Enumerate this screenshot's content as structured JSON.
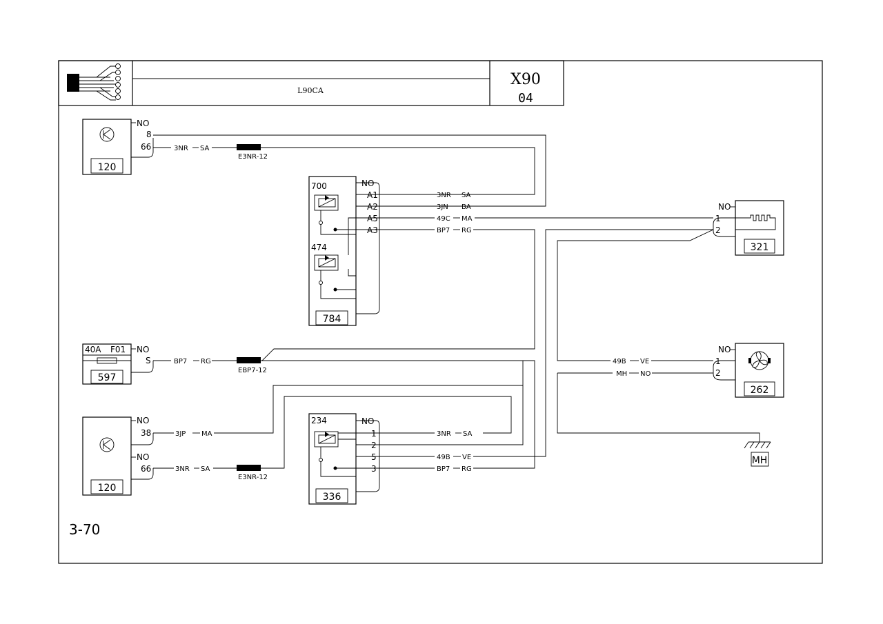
{
  "header": {
    "title_code": "L90CA",
    "vehicle": "X90",
    "revision": "04",
    "logo_icon": "connector-harness-icon"
  },
  "page_ref": "3-70",
  "components": {
    "c120_top": {
      "id": "120",
      "icon": "sensor-arrow-icon",
      "pins": [
        "NO",
        "8",
        "66"
      ]
    },
    "c784": {
      "id": "784",
      "relay1_id": "700",
      "relay2_id": "474",
      "pins": [
        "NO",
        "A1",
        "A2",
        "A5",
        "A3"
      ]
    },
    "c321": {
      "id": "321",
      "icon": "heating-element-icon",
      "pins": [
        "NO",
        "1",
        "2"
      ]
    },
    "c597": {
      "id": "597",
      "fuse_rating": "40A",
      "fuse_id": "F01",
      "pins": [
        "NO",
        "S"
      ]
    },
    "c262": {
      "id": "262",
      "icon": "fan-motor-icon",
      "pins": [
        "NO",
        "1",
        "2"
      ]
    },
    "c120_bot": {
      "id": "120",
      "icon": "sensor-arrow-icon",
      "pins": [
        "NO",
        "38",
        "NO",
        "66"
      ]
    },
    "c336": {
      "id": "336",
      "relay_id": "234",
      "pins": [
        "NO",
        "1",
        "2",
        "5",
        "3"
      ]
    },
    "ground": {
      "id": "MH",
      "icon": "ground-icon"
    }
  },
  "wires": {
    "w1": "3NR",
    "w1c": "SA",
    "splice1": "E3NR-12",
    "a1_l": "3NR",
    "a1_r": "SA",
    "a2_l": "3JN",
    "a2_r": "BA",
    "a5_l": "49C",
    "a5_r": "MA",
    "a3_l": "BP7",
    "a3_r": "RG",
    "s_l": "BP7",
    "s_r": "RG",
    "splice2": "EBP7-12",
    "f1_l": "49B",
    "f1_r": "VE",
    "f2_l": "MH",
    "f2_r": "NO",
    "p38_l": "3JP",
    "p38_r": "MA",
    "p66_l": "3NR",
    "p66_r": "SA",
    "splice3": "E3NR-12",
    "r1_l": "3NR",
    "r1_r": "SA",
    "r5_l": "49B",
    "r5_r": "VE",
    "r3_l": "BP7",
    "r3_r": "RG"
  },
  "colors": {
    "ink": "#000000",
    "paper": "#ffffff"
  }
}
